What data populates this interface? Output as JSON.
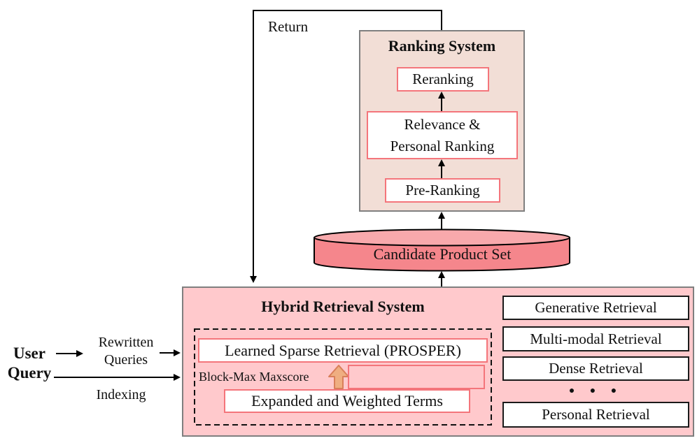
{
  "colors": {
    "hybrid_fill": "#ffc9cc",
    "ranking_fill": "#f2ded6",
    "box_border_gray": "#7f7f7f",
    "red_border": "#f4757b",
    "cylinder_body": "#f5868c",
    "cylinder_top": "#f8a9ac",
    "block_arrow_fill": "#efae81",
    "block_arrow_border": "#d97f5a",
    "line_color": "#000000"
  },
  "labels": {
    "return": "Return",
    "user_query": "User Query",
    "rewritten_queries": "Rewritten Queries",
    "indexing": "Indexing"
  },
  "ranking_system": {
    "title": "Ranking System",
    "reranking": "Reranking",
    "relevance_line1": "Relevance &",
    "relevance_line2": "Personal Ranking",
    "pre_ranking": "Pre-Ranking"
  },
  "candidate_set": {
    "label": "Candidate Product Set"
  },
  "hybrid_system": {
    "title": "Hybrid Retrieval System",
    "learned_sparse": "Learned Sparse Retrieval (PROSPER)",
    "block_max": "Block-Max Maxscore",
    "expanded_terms": "Expanded and Weighted Terms",
    "retrievals": [
      "Generative Retrieval",
      "Multi-modal Retrieval",
      "Dense Retrieval",
      "● ● ●",
      "Personal Retrieval"
    ]
  }
}
